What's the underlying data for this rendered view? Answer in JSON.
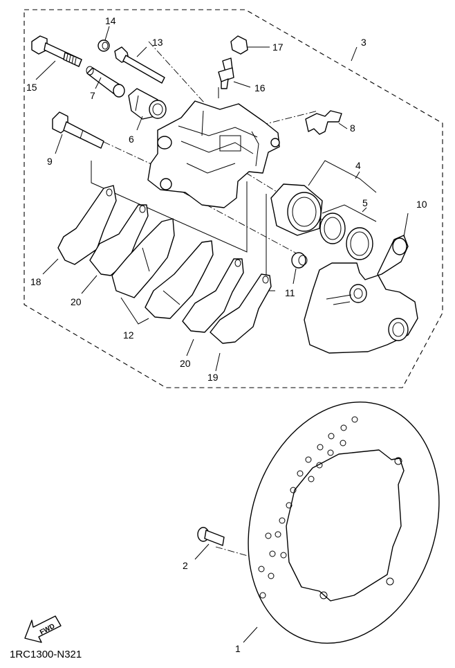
{
  "diagram_code": "1RC1300-N321",
  "direction_label": "FWD",
  "callouts": {
    "c1": "1",
    "c2": "2",
    "c3": "3",
    "c4": "4",
    "c5": "5",
    "c6": "6",
    "c7": "7",
    "c8": "8",
    "c9": "9",
    "c10": "10",
    "c11": "11",
    "c12": "12",
    "c13": "13",
    "c14": "14",
    "c15": "15",
    "c16": "16",
    "c17": "17",
    "c18": "18",
    "c19": "19",
    "c20a": "20",
    "c20b": "20"
  }
}
